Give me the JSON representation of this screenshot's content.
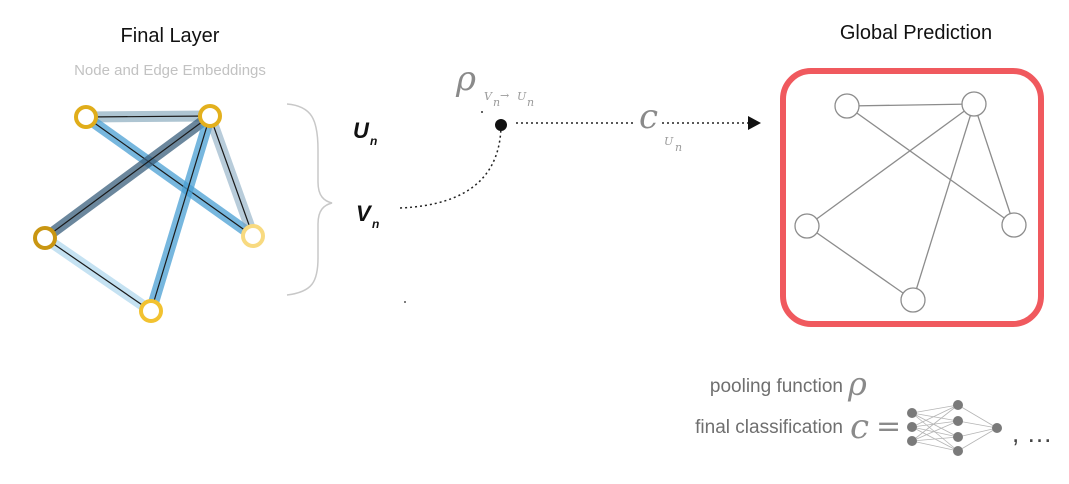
{
  "final_layer": {
    "title": "Final Layer",
    "subtitle": "Node and Edge Embeddings"
  },
  "variables": {
    "u_letter": "U",
    "u_sub": "n",
    "v_letter": "V",
    "v_sub": "n"
  },
  "pooling": {
    "symbol": "ρ",
    "sub_from": "V",
    "sub_from_sub": "n",
    "arrow": "→",
    "sub_to": "U",
    "sub_to_sub": "n"
  },
  "classifier": {
    "symbol": "c",
    "sub": "U",
    "sub_sub": "n"
  },
  "global_prediction": {
    "title": "Global Prediction",
    "frame_color": "#f0595e"
  },
  "legend": {
    "pooling_label": "pooling function",
    "pooling_symbol": "ρ",
    "classification_label": "final classification",
    "classification_symbol": "c",
    "equals": "=",
    "trailing": ", …"
  },
  "colors": {
    "node_dark": "#d4a017",
    "node_mid": "#f2c230",
    "node_light": "#f8da80",
    "edge_blue": "#5aa7d3",
    "edge_dark": "#3f6a8a",
    "edge_light": "#b7dbf0",
    "gray_graph": "#8c8c8c"
  }
}
